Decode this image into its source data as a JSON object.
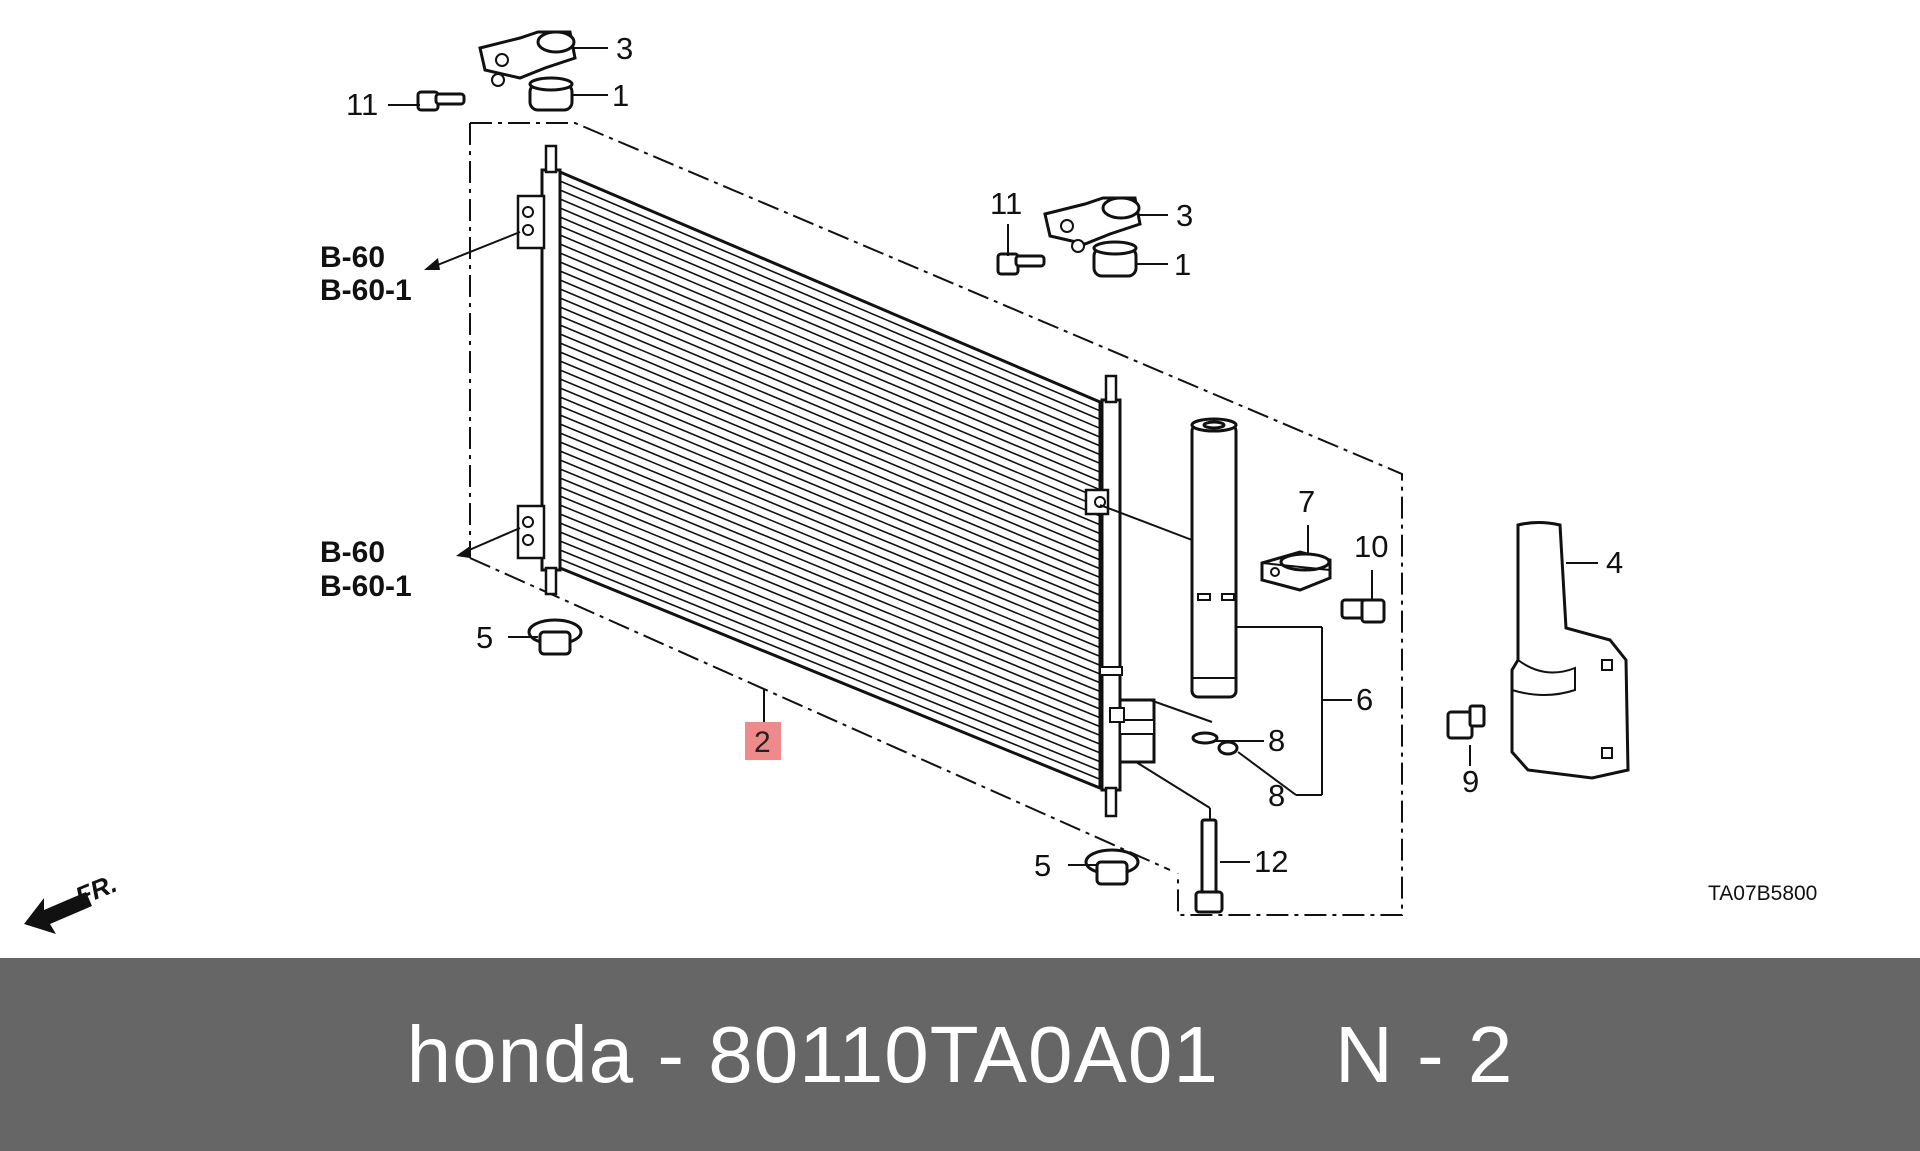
{
  "diagram": {
    "part_numbers": {
      "n1a": "1",
      "n1b": "1",
      "n2": "2",
      "n3a": "3",
      "n3b": "3",
      "n4": "4",
      "n5a": "5",
      "n5b": "5",
      "n6": "6",
      "n7": "7",
      "n8a": "8",
      "n8b": "8",
      "n9": "9",
      "n10": "10",
      "n11a": "11",
      "n11b": "11",
      "n12": "12"
    },
    "references": {
      "upper_line1": "B-60",
      "upper_line2": "B-60-1",
      "lower_line1": "B-60",
      "lower_line2": "B-60-1"
    },
    "direction_label": "FR.",
    "diagram_code": "TA07B5800",
    "highlight_color": "#ef8a8a"
  },
  "footer": {
    "text": "honda - 80110TA0A01     N - 2",
    "background": "#666666"
  }
}
